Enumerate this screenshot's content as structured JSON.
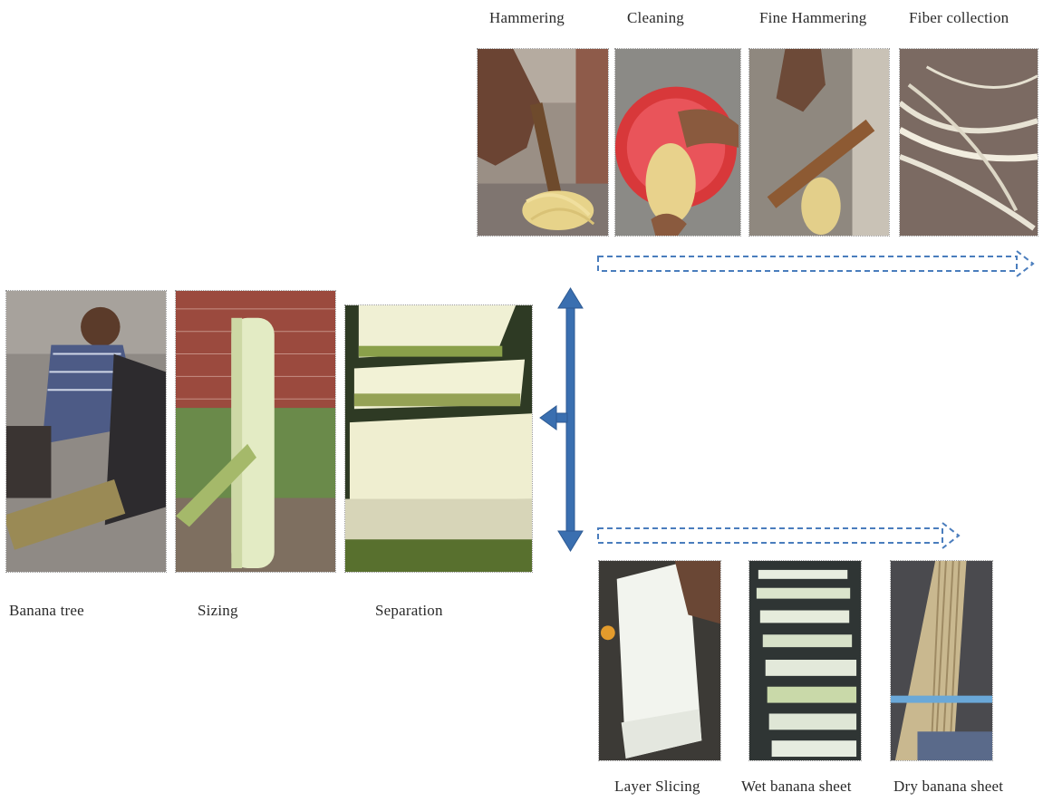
{
  "left_steps": [
    {
      "id": "banana-tree",
      "label": "Banana tree"
    },
    {
      "id": "sizing",
      "label": "Sizing"
    },
    {
      "id": "separation",
      "label": "Separation"
    }
  ],
  "fiber_steps": [
    {
      "id": "hammering",
      "label": "Hammering"
    },
    {
      "id": "cleaning",
      "label": "Cleaning"
    },
    {
      "id": "fine-hammering",
      "label": "Fine Hammering"
    },
    {
      "id": "fiber-collection",
      "label": "Fiber collection"
    }
  ],
  "sheet_steps": [
    {
      "id": "layer-slicing",
      "label": "Layer Slicing"
    },
    {
      "id": "wet-banana-sheet",
      "label": "Wet banana sheet"
    },
    {
      "id": "dry-banana-sheet",
      "label": "Dry banana sheet"
    }
  ],
  "colors": {
    "arrow_blue": "#3a6fb0",
    "dashed_blue": "#4a7dbd"
  }
}
